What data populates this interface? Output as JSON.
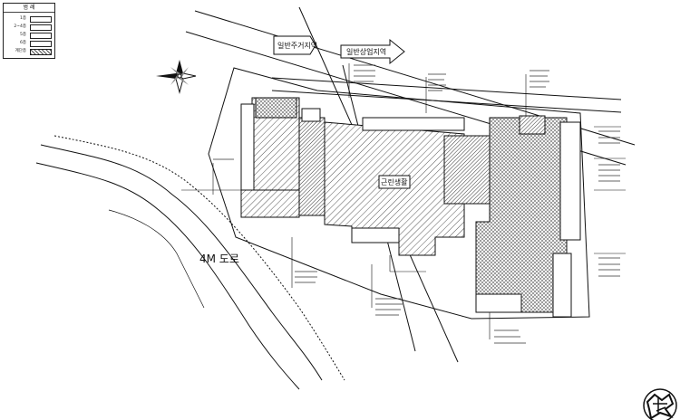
{
  "legend": {
    "title": "범 례",
    "rows": [
      {
        "label": "1층"
      },
      {
        "label": "2~4층"
      },
      {
        "label": "5층"
      },
      {
        "label": "6층"
      },
      {
        "label": "계단층",
        "hatched": true
      }
    ]
  },
  "labels": {
    "zone_residential": "일반주거지역",
    "zone_commercial": "일반상업지역",
    "road": "4M 도로",
    "building": "근린생활"
  },
  "colors": {
    "line": "#111111",
    "hatch": "#444444",
    "background": "#ffffff"
  },
  "icons": {
    "north": "compass-rose-icon",
    "stamp": "stamp-seal-icon"
  }
}
